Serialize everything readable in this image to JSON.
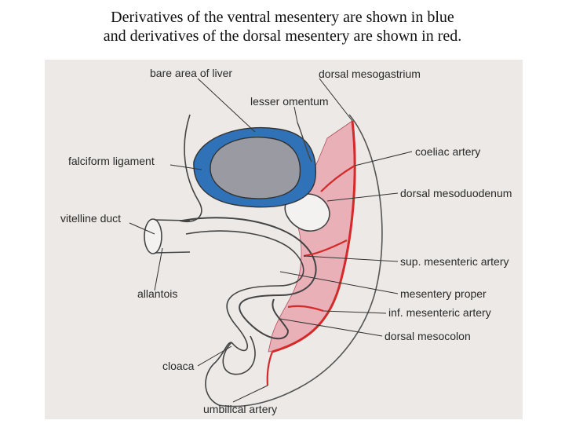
{
  "caption": {
    "line1": "Derivatives of the ventral mesentery are shown in blue",
    "line2": "and derivatives of the dorsal mesentery are shown in red."
  },
  "colors": {
    "ventral_mesentery": "#2f72b8",
    "dorsal_mesentery": "#e9b0b8",
    "artery": "#d42a2a",
    "liver": "#9a9aa2",
    "background": "#ece9e6"
  },
  "labels": {
    "bare_area_of_liver": "bare area of liver",
    "dorsal_mesogastrium": "dorsal mesogastrium",
    "lesser_omentum": "lesser omentum",
    "coeliac_artery": "coeliac artery",
    "falciform_ligament": "falciform ligament",
    "dorsal_mesoduodenum": "dorsal mesoduodenum",
    "vitelline_duct": "vitelline duct",
    "sup_mesenteric_artery": "sup. mesenteric artery",
    "allantois": "allantois",
    "mesentery_proper": "mesentery proper",
    "inf_mesenteric_artery": "inf. mesenteric artery",
    "dorsal_mesocolon": "dorsal mesocolon",
    "cloaca": "cloaca",
    "umbilical_artery": "umbilical artery"
  }
}
